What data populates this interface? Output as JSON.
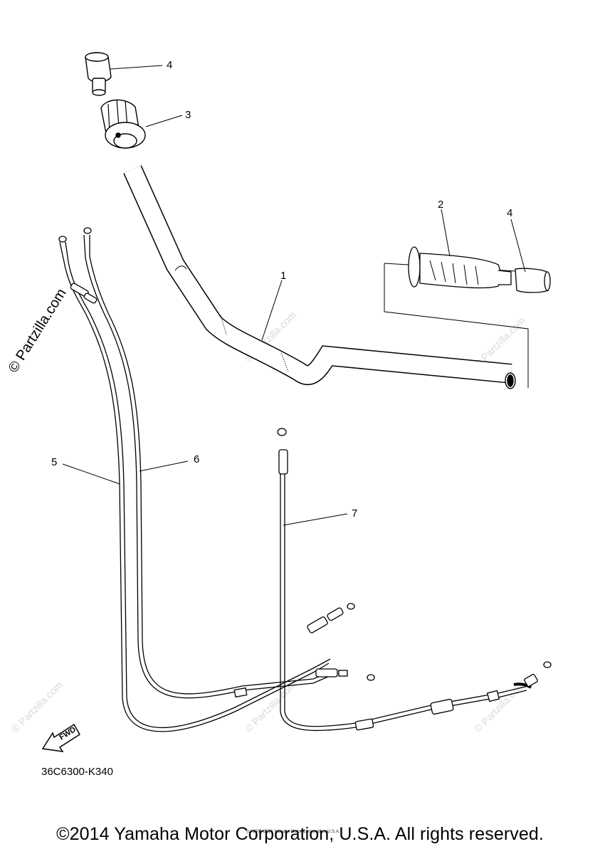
{
  "callouts": {
    "c1": "1",
    "c2": "2",
    "c3": "3",
    "c4a": "4",
    "c4b": "4",
    "c5": "5",
    "c6": "6",
    "c7": "7"
  },
  "watermark": {
    "side": "© Partzilla.com",
    "faint": "© Partzilla.com"
  },
  "fwd_label": "FWD",
  "diagram_code": "36C6300-K340",
  "small_print": "(c) 2005-2016 Yamaha Motor Corporation, U.S.A.",
  "copyright": "©2014 Yamaha Motor Corporation, U.S.A. All rights reserved."
}
